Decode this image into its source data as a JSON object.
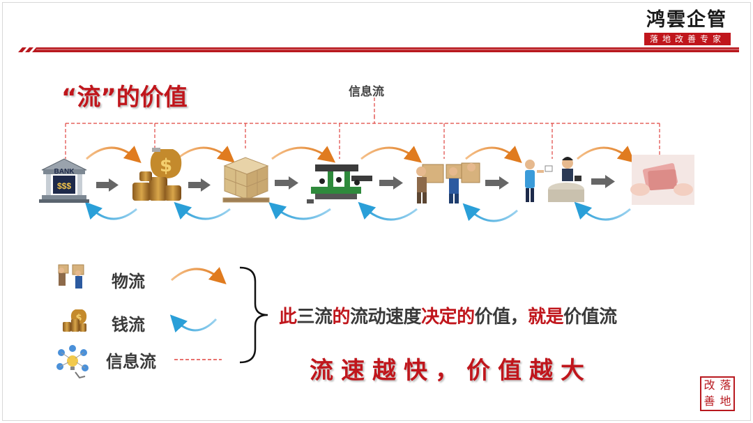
{
  "header": {
    "logo_title": "鸿雲企管",
    "logo_subtitle": "落地改善专家"
  },
  "title": "“流”的价值",
  "info_flow_label": "信息流",
  "legend": [
    {
      "icon": "workers-carrying-boxes-icon",
      "label": "物流",
      "marker": "orange-arc"
    },
    {
      "icon": "coin-stack-icon",
      "label": "钱流",
      "marker": "blue-arc"
    },
    {
      "icon": "idea-network-icon",
      "label": "信息流",
      "marker": "red-dashed-line"
    }
  ],
  "statement": {
    "p1": "此",
    "p2": "三流",
    "p3": "的",
    "p4": "流动速度",
    "p5": "决定",
    "p6": "的",
    "p7": "价值，",
    "p8": "就是",
    "p9": "价值流"
  },
  "conclusion": "流速越快，价值越大",
  "seal": [
    "改",
    "落",
    "善",
    "地"
  ],
  "chain": [
    {
      "icon": "bank-icon",
      "bank_text": "BANK",
      "bank_sign": "$$$"
    },
    {
      "icon": "money-bag-coins-icon"
    },
    {
      "icon": "boxes-pallet-icon"
    },
    {
      "icon": "production-line-icon"
    },
    {
      "icon": "worker-carrying-box-icon"
    },
    {
      "icon": "two-workers-boxes-icon"
    },
    {
      "icon": "customer-card-payment-icon"
    },
    {
      "icon": "cashier-counter-icon"
    },
    {
      "icon": "hands-cash-icon"
    }
  ],
  "colors": {
    "brand_red": "#c0161c",
    "material_flow": "#e07b1f",
    "money_flow": "#2a9fd8",
    "info_flow": "#e0433f",
    "step_arrow": "#666666"
  }
}
